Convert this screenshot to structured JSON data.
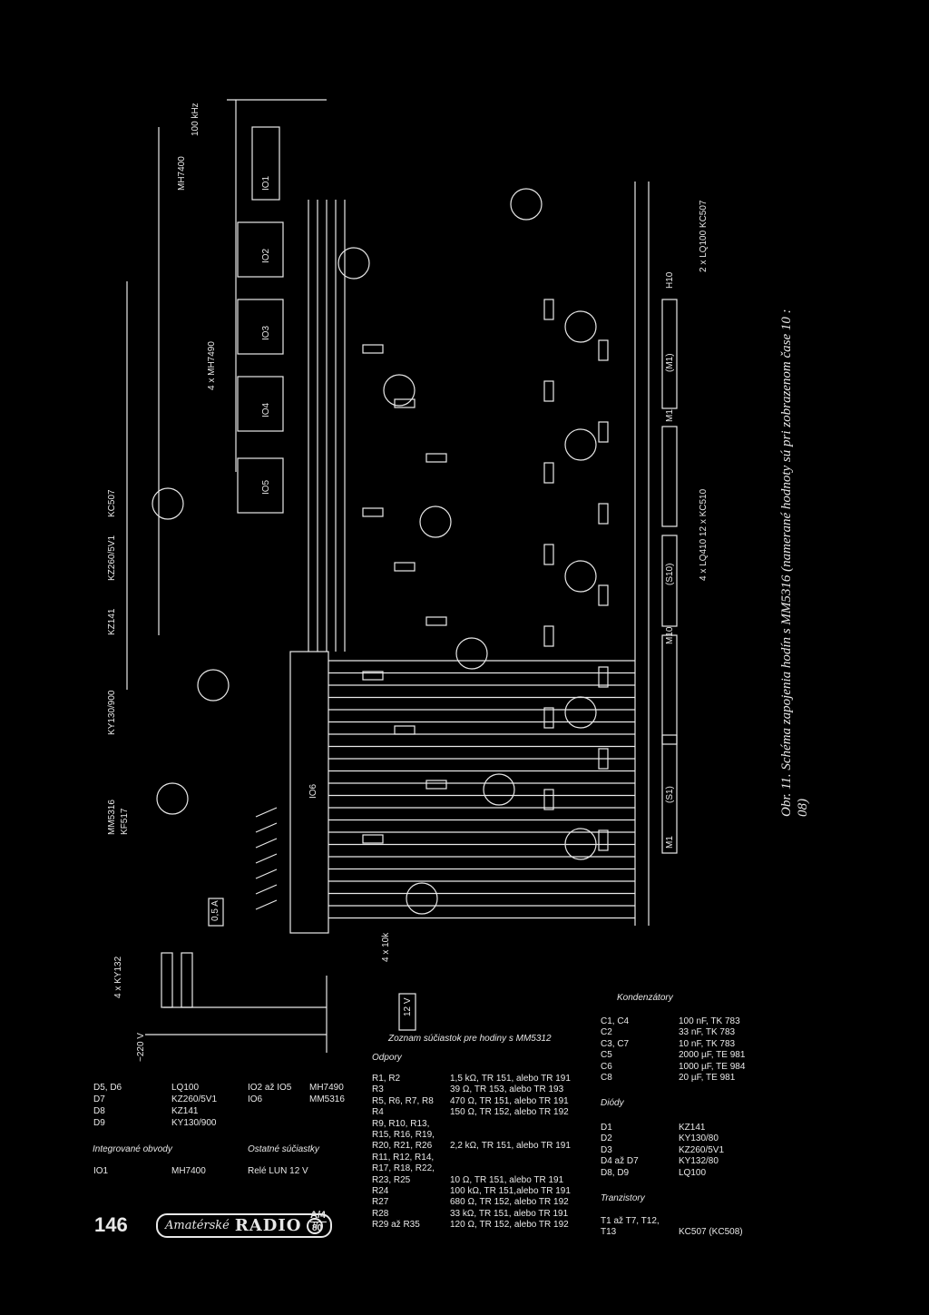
{
  "caption": "Obr. 11. Schéma zapojenia hodín s MM5316 (namerané hodnoty sú pri zobrazenom čase 10 : 08)",
  "page_number": "146",
  "magazine": {
    "logo_left": "Amatérské",
    "logo_right": "RADIO",
    "logo_badge": "II",
    "issue": "A/4",
    "year": "80"
  },
  "schematic_labels": {
    "top_left_parts": [
      "MM5316",
      "KF517",
      "KY130/900",
      "KZ141",
      "KZ260/5V1",
      "KC507"
    ],
    "mh7400": "MH7400",
    "freq": "100 kHz",
    "counters": "4 x MH7490",
    "ic_names": [
      "IO1",
      "IO2",
      "IO3",
      "IO4",
      "IO5",
      "IO6"
    ],
    "supply_diodes": "4 x KY132",
    "mains": "~220 V",
    "fuse": "0,5 A",
    "relay": "12 V",
    "display_groups": [
      "2 x LQ100  KC507",
      "4 x LQ410  12 x KC510"
    ],
    "display_labels": [
      "H10",
      "(M1)",
      "M1",
      "(S10)",
      "M10",
      "(S1)",
      "M1"
    ],
    "res_note": "4 x 10k"
  },
  "left_list": {
    "rows": [
      {
        "k": "D5, D6",
        "v": "LQ100",
        "k2": "IO2 až IO5",
        "v2": "MH7490"
      },
      {
        "k": "D7",
        "v": "KZ260/5V1",
        "k2": "IO6",
        "v2": "MM5316"
      },
      {
        "k": "D8",
        "v": "KZ141",
        "k2": "",
        "v2": ""
      },
      {
        "k": "D9",
        "v": "KY130/900",
        "k2": "",
        "v2": ""
      }
    ],
    "ic_heading": "Integrované obvody",
    "other_heading": "Ostatné súčiastky",
    "io1_key": "IO1",
    "io1_val": "MH7400",
    "relay_line": "Relé LUN 12 V"
  },
  "parts_list": {
    "title": "Zoznam súčiastok pre hodiny s MM5312",
    "resistors_heading": "Odpory",
    "resistors": [
      {
        "k": "R1, R2",
        "v": "1,5 kΩ, TR 151, alebo TR 191"
      },
      {
        "k": "R3",
        "v": "39 Ω, TR 153, alebo TR 193"
      },
      {
        "k": "R5, R6, R7, R8",
        "v": "470 Ω, TR 151, alebo TR 191"
      },
      {
        "k": "R4",
        "v": "150 Ω, TR 152, alebo TR 192"
      },
      {
        "k": "R9, R10, R13,",
        "v": ""
      },
      {
        "k": "R15, R16, R19,",
        "v": ""
      },
      {
        "k": "R20, R21, R26",
        "v": "2,2 kΩ, TR 151, alebo TR 191"
      },
      {
        "k": "R11, R12, R14,",
        "v": ""
      },
      {
        "k": "R17, R18, R22,",
        "v": ""
      },
      {
        "k": "R23, R25",
        "v": "10 Ω, TR 151, alebo TR 191"
      },
      {
        "k": "R24",
        "v": "100 kΩ, TR 151,alebo TR 191"
      },
      {
        "k": "R27",
        "v": "680 Ω, TR 152, alebo TR 192"
      },
      {
        "k": "R28",
        "v": "33 kΩ, TR 151, alebo TR 191"
      },
      {
        "k": "R29 až R35",
        "v": "120 Ω, TR 152, alebo TR 192"
      }
    ]
  },
  "right_list": {
    "caps_heading": "Kondenzátory",
    "caps": [
      {
        "k": "C1, C4",
        "v": "100 nF, TK 783"
      },
      {
        "k": "C2",
        "v": "33 nF, TK 783"
      },
      {
        "k": "C3, C7",
        "v": "10 nF, TK 783"
      },
      {
        "k": "C5",
        "v": "2000 µF, TE 981"
      },
      {
        "k": "C6",
        "v": "1000 µF, TE 984"
      },
      {
        "k": "C8",
        "v": "20 µF, TE 981"
      }
    ],
    "diodes_heading": "Diódy",
    "diodes": [
      {
        "k": "D1",
        "v": "KZ141"
      },
      {
        "k": "D2",
        "v": "KY130/80"
      },
      {
        "k": "D3",
        "v": "KZ260/5V1"
      },
      {
        "k": "D4 až D7",
        "v": "KY132/80"
      },
      {
        "k": "D8, D9",
        "v": "LQ100"
      }
    ],
    "trans_heading": "Tranzistory",
    "trans": [
      {
        "k": "T1 až T7, T12,",
        "v": ""
      },
      {
        "k": "T13",
        "v": "KC507 (KC508)"
      }
    ]
  }
}
